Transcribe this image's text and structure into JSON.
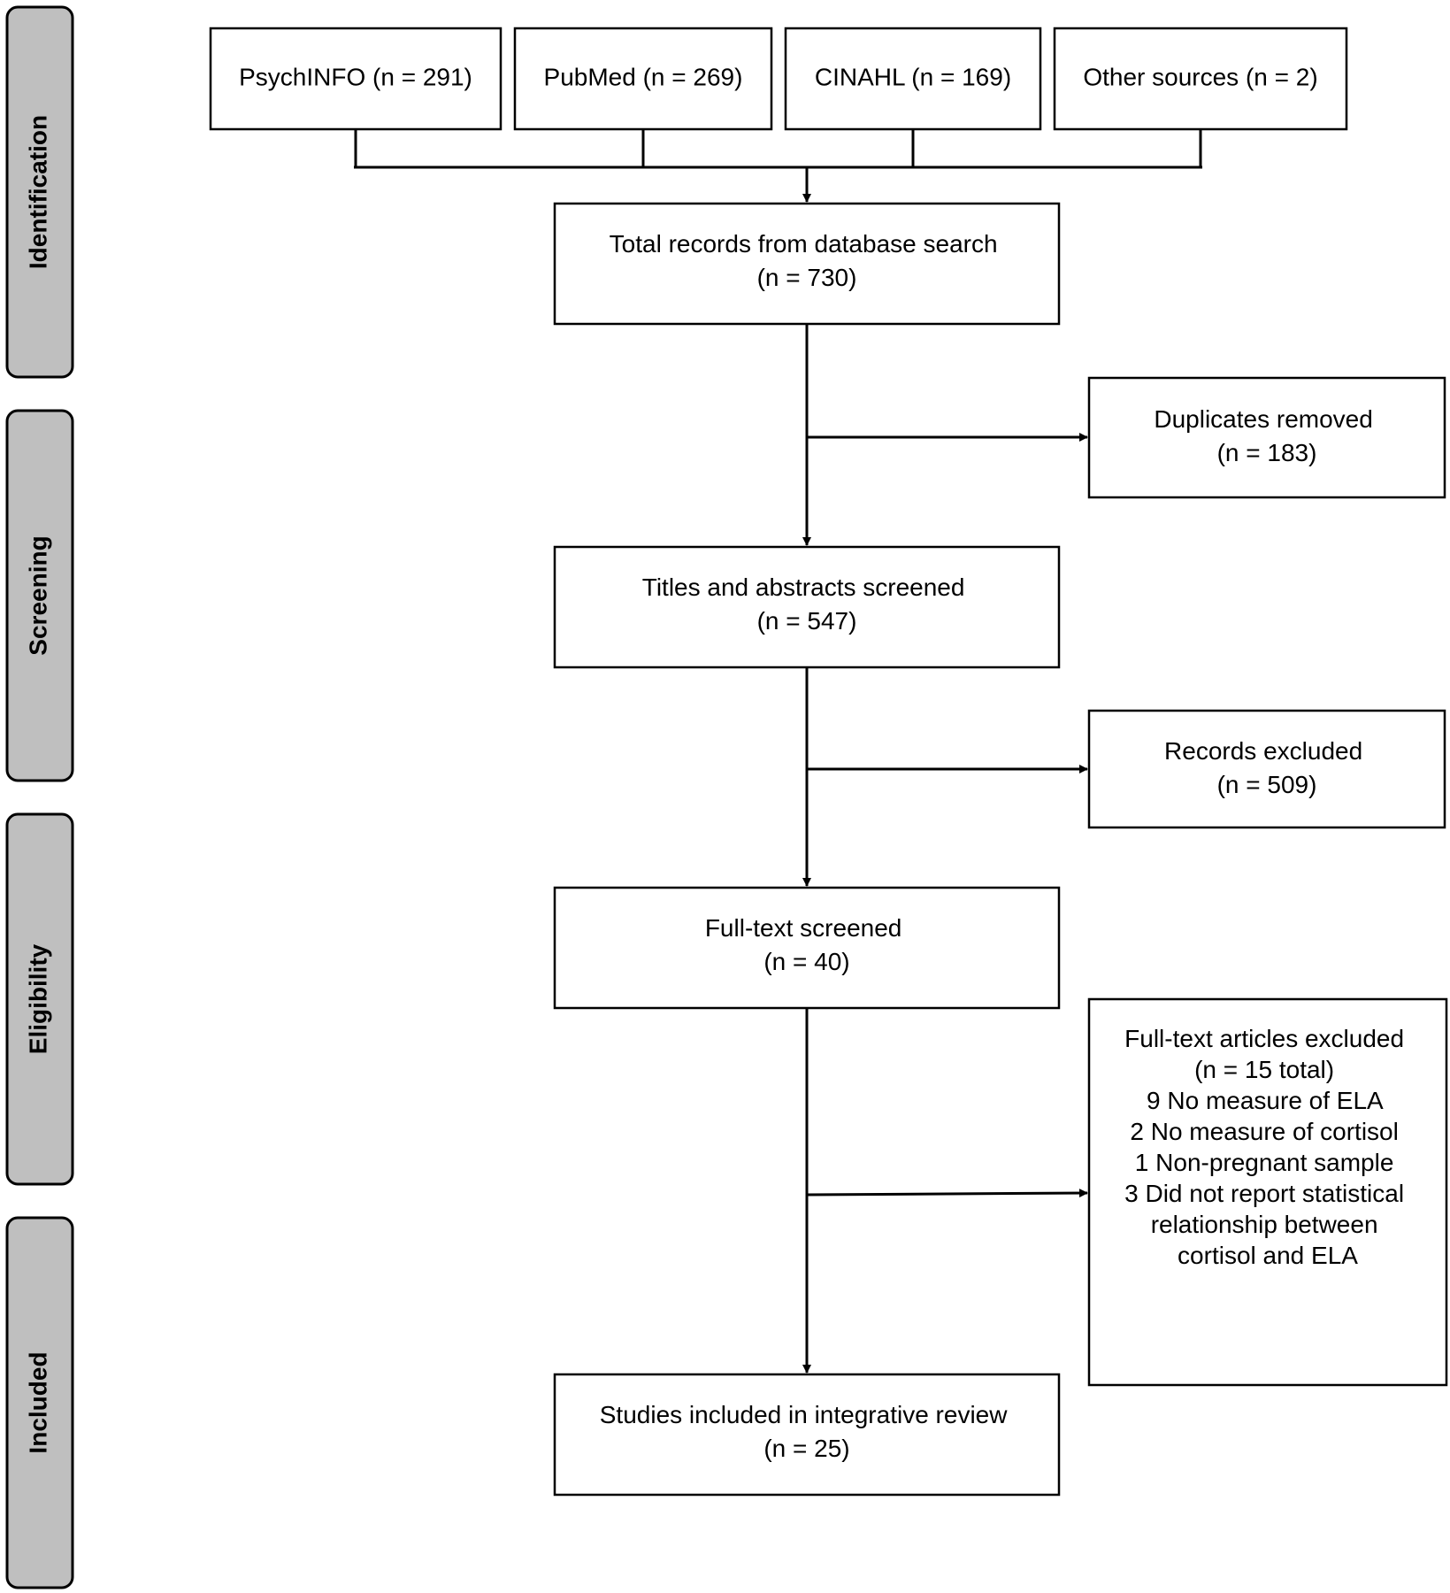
{
  "stages": [
    "Identification",
    "Screening",
    "Eligibility",
    "Included"
  ],
  "sources": [
    {
      "label": "PsychINFO (n = 291)"
    },
    {
      "label": "PubMed (n = 269)"
    },
    {
      "label": "CINAHL (n = 169)"
    },
    {
      "label": "Other sources (n = 2)"
    }
  ],
  "main_flow": [
    {
      "lines": [
        "Total records from database search",
        "(n = 730)"
      ]
    },
    {
      "lines": [
        "Titles and abstracts screened",
        "(n = 547)"
      ]
    },
    {
      "lines": [
        "Full-text screened",
        "(n = 40)"
      ]
    },
    {
      "lines": [
        "Studies included in integrative review",
        "(n = 25)"
      ]
    }
  ],
  "exclusions": [
    {
      "lines": [
        "Duplicates removed",
        "(n = 183)"
      ]
    },
    {
      "lines": [
        "Records excluded",
        "(n = 509)"
      ]
    },
    {
      "lines": [
        "Full-text articles excluded",
        "(n = 15 total)",
        "9 No measure of ELA",
        "2 No measure of cortisol",
        "1 Non-pregnant sample",
        "3 Did not report statistical",
        "relationship between",
        "cortisol and ELA"
      ]
    }
  ]
}
